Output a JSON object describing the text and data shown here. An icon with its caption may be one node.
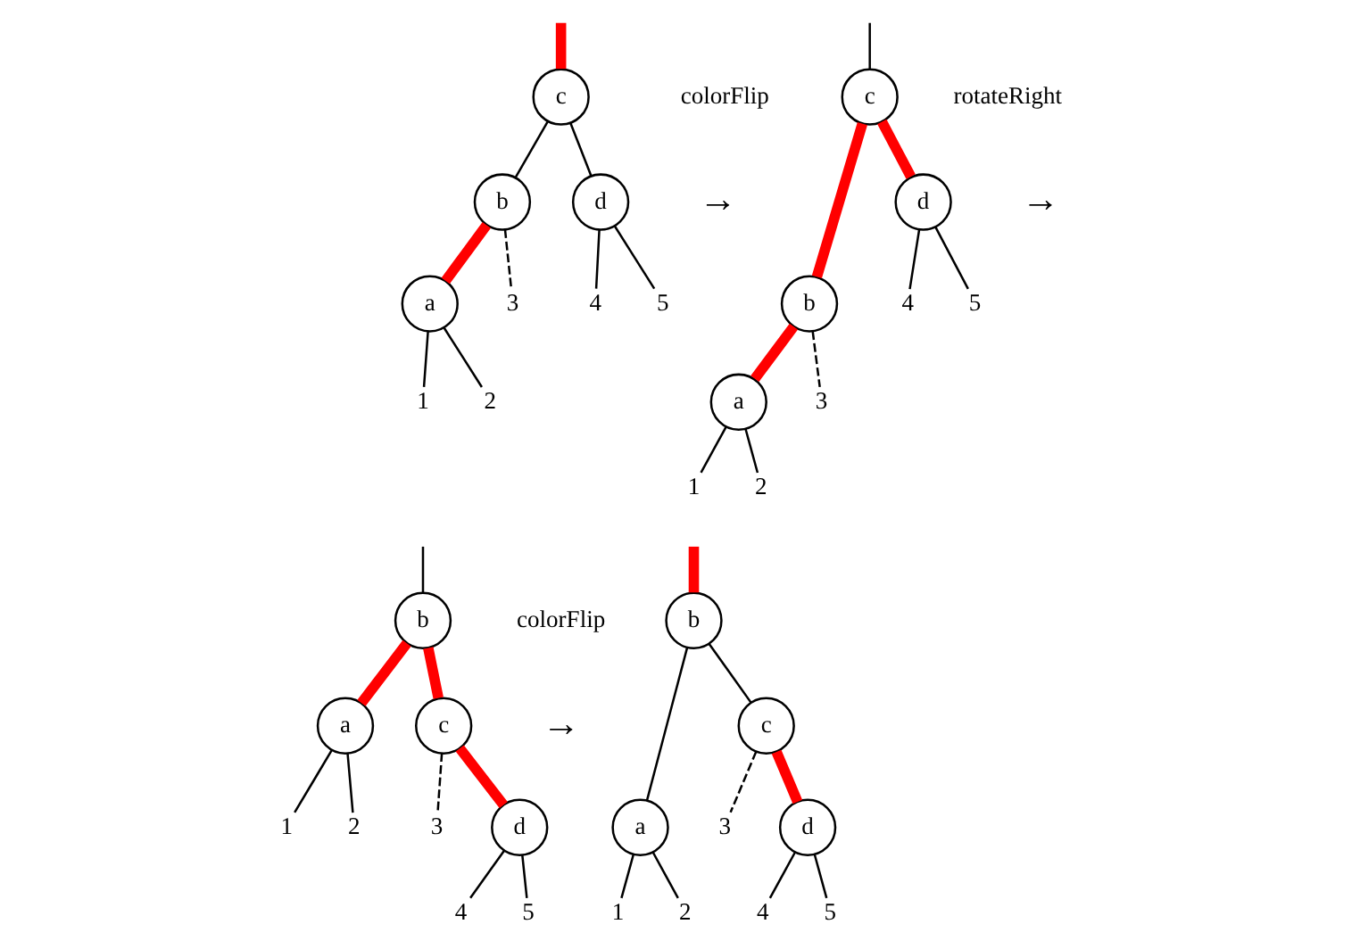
{
  "diagram": {
    "nodes": [
      {
        "text": [
          "c"
        ]
      },
      {
        "text": [
          "b"
        ]
      },
      {
        "text": [
          "d"
        ]
      },
      {
        "text": [
          "a"
        ]
      },
      {
        "text": [
          "3"
        ]
      },
      {
        "text": [
          "4"
        ]
      },
      {
        "text": [
          "5"
        ]
      },
      {
        "text": [
          "1"
        ]
      },
      {
        "text": [
          "2"
        ]
      },
      {
        "text": [
          "c"
        ]
      },
      {
        "text": [
          "b"
        ]
      },
      {
        "text": [
          "d"
        ]
      },
      {
        "text": [
          "a"
        ]
      },
      {
        "text": [
          "3"
        ]
      },
      {
        "text": [
          "4"
        ]
      },
      {
        "text": [
          "5"
        ]
      },
      {
        "text": [
          "1"
        ]
      },
      {
        "text": [
          "2"
        ]
      },
      {
        "text": [
          "b"
        ]
      },
      {
        "text": [
          "a"
        ]
      },
      {
        "text": [
          "c"
        ]
      },
      {
        "text": [
          "1"
        ]
      },
      {
        "text": [
          "2"
        ]
      },
      {
        "text": [
          "3"
        ]
      },
      {
        "text": [
          "d"
        ]
      },
      {
        "text": [
          "4"
        ]
      },
      {
        "text": [
          "5"
        ]
      },
      {
        "text": [
          "b"
        ]
      },
      {
        "text": [
          "a"
        ]
      },
      {
        "text": [
          "c"
        ]
      },
      {
        "text": [
          "1"
        ]
      },
      {
        "text": [
          "2"
        ]
      },
      {
        "text": [
          "3"
        ]
      },
      {
        "text": [
          "d"
        ]
      },
      {
        "text": [
          "4"
        ]
      },
      {
        "text": [
          "5"
        ]
      }
    ],
    "edges": [
      {
        "from": null,
        "to": 0,
        "arrow": "none",
        "style": "thick",
        "color": "#ff0000"
      },
      {
        "from": 0,
        "to": 1,
        "arrow": "none"
      },
      {
        "from": 0,
        "to": 2,
        "arrow": "none"
      },
      {
        "from": 1,
        "to": 3,
        "arrow": "none",
        "style": "thick",
        "color": "#ff0000"
      },
      {
        "from": 1,
        "to": 4,
        "arrow": "none",
        "style": "dashed"
      },
      {
        "from": 3,
        "to": 7,
        "arrow": "none"
      },
      {
        "from": 3,
        "to": 8,
        "arrow": "none"
      },
      {
        "from": 2,
        "to": 5,
        "arrow": "none"
      },
      {
        "from": 2,
        "to": 6,
        "arrow": "none"
      },
      {
        "from": null,
        "to": 9,
        "arrow": "none"
      },
      {
        "from": 9,
        "to": 10,
        "arrow": "none",
        "style": "thick",
        "color": "#ff0000"
      },
      {
        "from": 9,
        "to": 11,
        "arrow": "none",
        "style": "thick",
        "color": "#ff0000"
      },
      {
        "from": 10,
        "to": 12,
        "arrow": "none",
        "style": "thick",
        "color": "#ff0000"
      },
      {
        "from": 10,
        "to": 13,
        "arrow": "none",
        "style": "dashed"
      },
      {
        "from": 12,
        "to": 16,
        "arrow": "none"
      },
      {
        "from": 12,
        "to": 17,
        "arrow": "none"
      },
      {
        "from": 11,
        "to": 14,
        "arrow": "none"
      },
      {
        "from": 11,
        "to": 15,
        "arrow": "none"
      },
      {
        "from": null,
        "to": 18,
        "arrow": "none"
      },
      {
        "from": 18,
        "to": 19,
        "arrow": "none",
        "style": "thick",
        "color": "#ff0000"
      },
      {
        "from": 18,
        "to": 20,
        "arrow": "none",
        "style": "thick",
        "color": "#ff0000"
      },
      {
        "from": 19,
        "to": 21,
        "arrow": "none"
      },
      {
        "from": 19,
        "to": 22,
        "arrow": "none"
      },
      {
        "from": 20,
        "to": 23,
        "arrow": "none",
        "style": "dashed"
      },
      {
        "from": 20,
        "to": 24,
        "arrow": "none",
        "style": "thick",
        "color": "#ff0000"
      },
      {
        "from": 24,
        "to": 25,
        "arrow": "none"
      },
      {
        "from": 24,
        "to": 26,
        "arrow": "none"
      },
      {
        "from": null,
        "to": 27,
        "arrow": "none",
        "style": "thick",
        "color": "#ff0000"
      },
      {
        "from": 27,
        "to": 28,
        "arrow": "none"
      },
      {
        "from": 27,
        "to": 29,
        "arrow": "none"
      },
      {
        "from": 28,
        "to": 30,
        "arrow": "none"
      },
      {
        "from": 28,
        "to": 31,
        "arrow": "none"
      },
      {
        "from": 29,
        "to": 32,
        "arrow": "none",
        "style": "dashed"
      },
      {
        "from": 29,
        "to": 33,
        "arrow": "none",
        "style": "thick",
        "color": "#ff0000"
      },
      {
        "from": 33,
        "to": 34,
        "arrow": "none"
      },
      {
        "from": 33,
        "to": 35,
        "arrow": "none"
      }
    ],
    "labels": [
      "colorFlip",
      "→",
      "rotateRight",
      "→",
      "colorFlip",
      "→"
    ]
  }
}
